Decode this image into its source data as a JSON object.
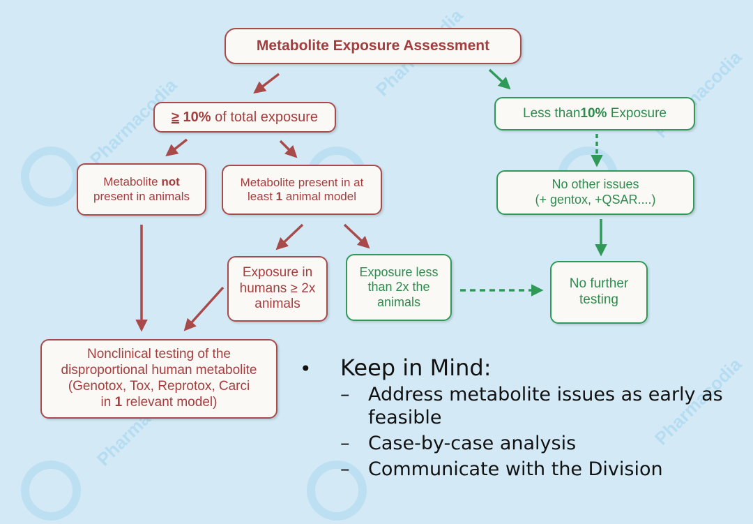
{
  "watermark": {
    "text": "Pharmacodia"
  },
  "boxes": {
    "title": "Metabolite Exposure Assessment",
    "ge10_symbol": "≥",
    "ge10_bold": "10%",
    "ge10_rest": " of total exposure",
    "lt10_pre": "Less than",
    "lt10_bold": "10%",
    "lt10_post": " Exposure",
    "notpresent_pre": "Metabolite ",
    "notpresent_bold": "not",
    "notpresent_post": "present in animals",
    "present_pre": "Metabolite present in  at least ",
    "present_bold": "1",
    "present_post": " animal model",
    "noother": "No other issues\n(+ gentox, +QSAR....)",
    "ge2x": "Exposure in\nhumans ≥ 2x\nanimals",
    "lt2x": "Exposure less\nthan 2x the\nanimals",
    "nofurther": "No further\ntesting",
    "nonclinical_pre": "Nonclinical testing of the\ndisproportional human metabolite\n(Genotox, Tox, Reprotox, Carci\nin ",
    "nonclinical_bold": "1",
    "nonclinical_post": " relevant model)"
  },
  "keep_in_mind": {
    "bullet": "•",
    "heading": "Keep in Mind:",
    "items": [
      "Address metabolite issues as early as feasible",
      "Case-by-case analysis",
      "Communicate with the Division"
    ]
  },
  "colors": {
    "background": "#d3eaf6",
    "red": "#a94a4a",
    "green": "#2f9a58"
  }
}
